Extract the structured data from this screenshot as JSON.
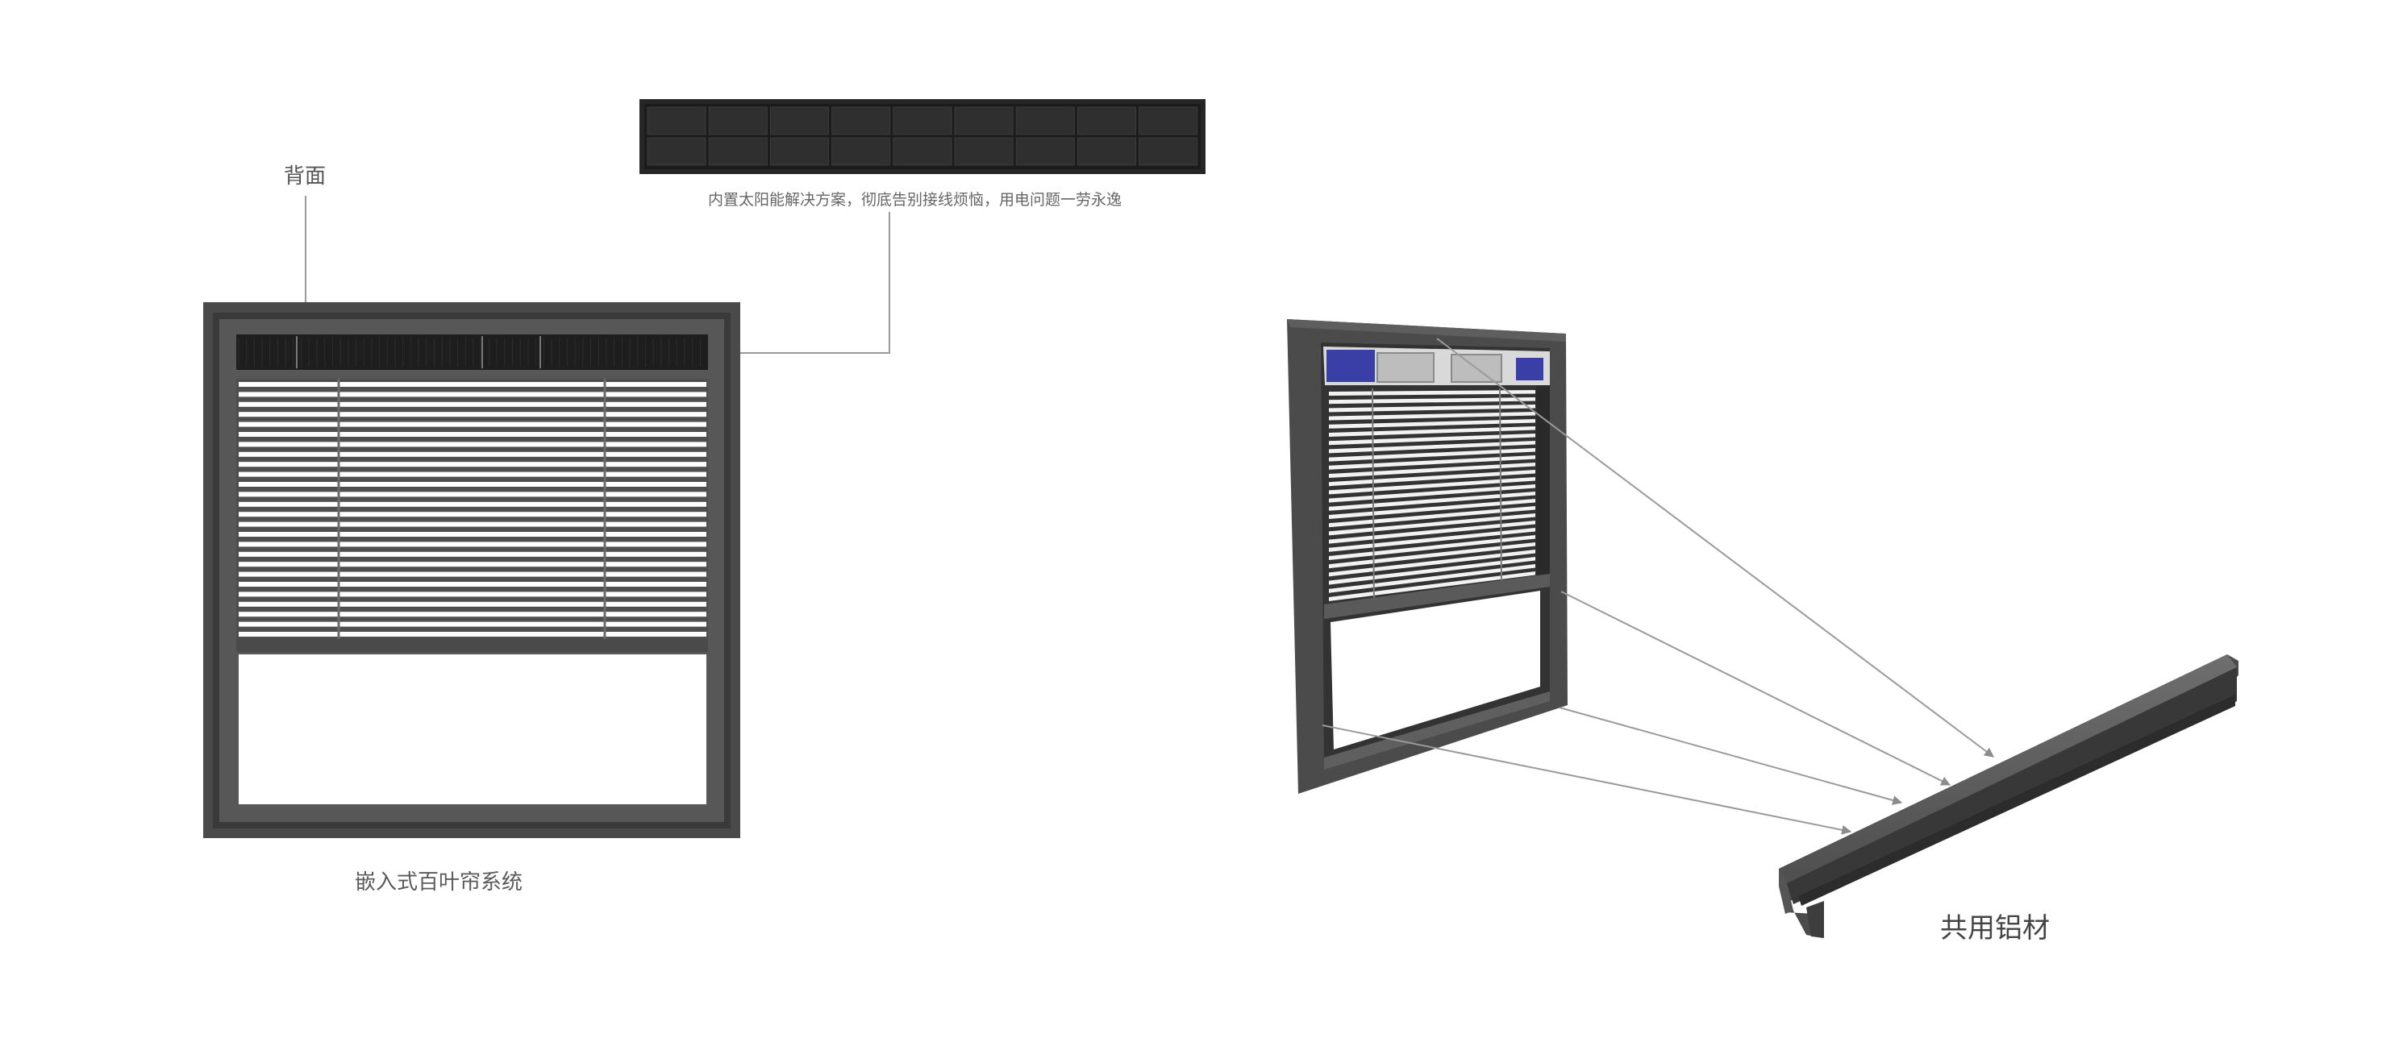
{
  "labels": {
    "back_side": "背面",
    "solar_caption": "内置太阳能解决方案，彻底告别接线烦恼，用电问题一劳永逸",
    "embedded_blind_system": "嵌入式百叶帘系统",
    "shared_aluminum_profile": "共用铝材"
  },
  "colors": {
    "frame_dark": "#4a4a4a",
    "frame_inner": "#5c5c5c",
    "solar_panel": "#262626",
    "slat": "#ffffff",
    "arrow_gray": "#9a9a9a",
    "blue_panel": "#3a3fa8"
  },
  "icons": {
    "solar_panel": "solar-panel-icon",
    "window_front": "window-front-icon",
    "window_perspective": "window-perspective-icon",
    "aluminum_profile": "aluminum-profile-icon"
  }
}
